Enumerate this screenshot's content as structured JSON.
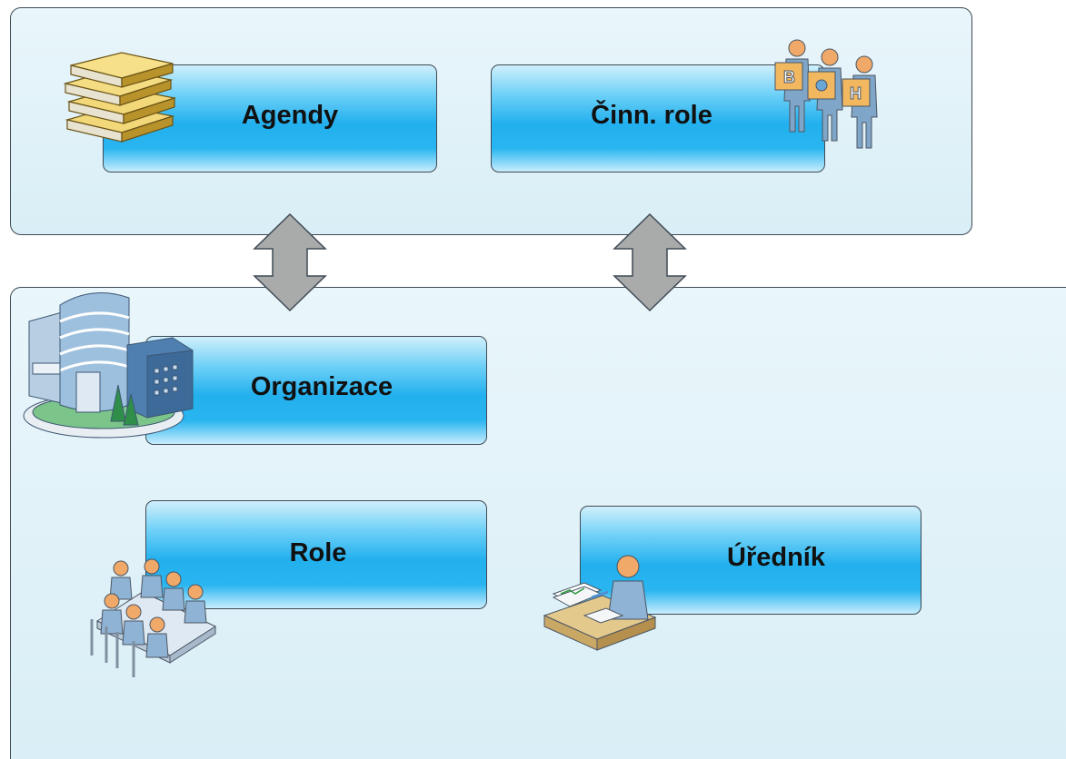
{
  "diagram": {
    "nodes": {
      "agendy": "Agendy",
      "cinn_role": "Činn. role",
      "organizace": "Organizace",
      "role": "Role",
      "urednik": "Úředník"
    },
    "icons": {
      "agendy": "books-icon",
      "cinn_role": "workers-icon",
      "organizace": "building-icon",
      "role": "meeting-icon",
      "urednik": "clerk-icon"
    },
    "colors": {
      "node_fill": "#22b0ee",
      "panel_fill": "#e3f3f9",
      "arrow_fill": "#a9aaaa",
      "outline": "#3f4a55"
    }
  }
}
